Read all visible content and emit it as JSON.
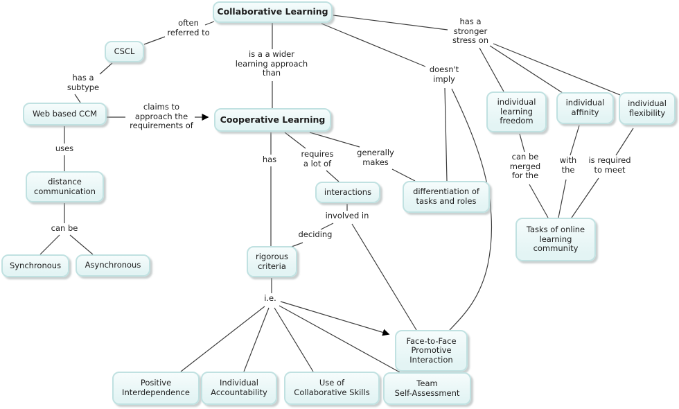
{
  "diagram_title": "Collaborative Learning concept map",
  "colors": {
    "node_fill_top": "#f6fcfc",
    "node_fill_bottom": "#e3f4f4",
    "node_border": "#c0e1e1",
    "node_shadow": "#9eaaaa",
    "line": "#3c3c3c",
    "text": "#1c1c1c",
    "background": "#ffffff"
  },
  "nodes": {
    "collaborative_learning": "Collaborative Learning",
    "cscl": "CSCL",
    "web_based_ccm": "Web based CCM",
    "distance_communication": "distance\ncommunication",
    "synchronous": "Synchronous",
    "asynchronous": "Asynchronous",
    "cooperative_learning": "Cooperative Learning",
    "interactions": "interactions",
    "rigorous_criteria": "rigorous\ncriteria",
    "differentiation_tasks_roles": "differentiation of\ntasks and roles",
    "individual_learning_freedom": "individual\nlearning\nfreedom",
    "individual_affinity": "individual\naffinity",
    "individual_flexibility": "individual\nflexibility",
    "tasks_online_community": "Tasks of online\nlearning\ncommunity",
    "face_to_face": "Face-to-Face\nPromotive\nInteraction",
    "team_self_assessment": "Team\nSelf-Assessment",
    "positive_interdependence": "Positive\nInterdependence",
    "individual_accountability": "Individual\nAccountability",
    "use_collaborative_skills": "Use of\nCollaborative Skills"
  },
  "links": {
    "often_referred_to": "often\nreferred to",
    "is_a_wider": "is a a wider\nlearning approach\nthan",
    "has_a_subtype": "has a\nsubtype",
    "claims_to_approach": "claims to\napproach the\nrequirements of",
    "uses": "uses",
    "can_be": "can be",
    "has": "has",
    "requires_a_lot_of": "requires\na lot of",
    "generally_makes": "generally\nmakes",
    "doesnt_imply": "doesn't\nimply",
    "has_stronger_stress": "has a\nstronger\nstress on",
    "involved_in": "involved in",
    "deciding": "deciding",
    "ie": "i.e.",
    "can_be_merged": "can be\nmerged\nfor the",
    "with_the": "with\nthe",
    "is_required_to_meet": "is required\nto meet"
  }
}
